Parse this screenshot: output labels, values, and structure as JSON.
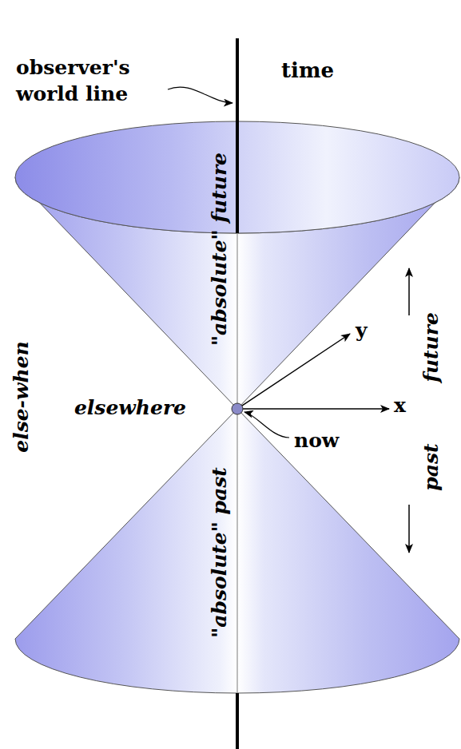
{
  "diagram": {
    "labels": [
      "observer's world line",
      "time",
      "\"absolute\" future",
      "\"absolute\" past",
      "else-when",
      "elsewhere",
      "now",
      "y",
      "x",
      "future",
      "past"
    ]
  }
}
